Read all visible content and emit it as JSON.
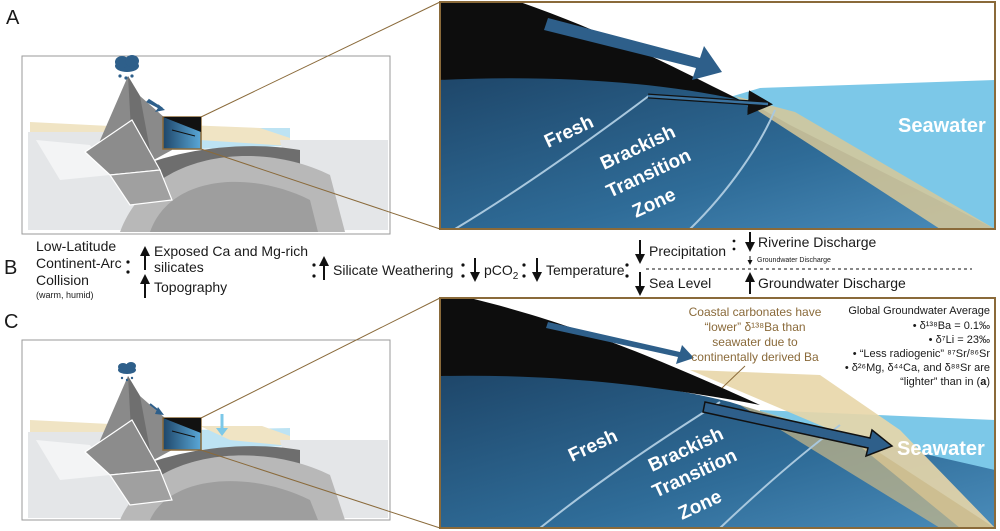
{
  "panels": {
    "a": {
      "letter": "A"
    },
    "b": {
      "letter": "B"
    },
    "c": {
      "letter": "C"
    }
  },
  "zone_labels": {
    "fresh": "Fresh",
    "brackish_1": "Brackish",
    "brackish_2": "Transition",
    "brackish_3": "Zone",
    "seawater": "Seawater"
  },
  "flow": {
    "cause_1": "Low-Latitude",
    "cause_2": "Continent-Arc",
    "cause_3": "Collision",
    "cause_note": "(warm, humid)",
    "exposed_1": "Exposed Ca and Mg-rich",
    "exposed_2": "silicates",
    "topography": "Topography",
    "silicate": "Silicate Weathering",
    "pco2": "pCO",
    "pco2_sub": "2",
    "temperature": "Temperature",
    "precipitation": "Precipitation",
    "sea_level": "Sea Level",
    "riverine": "Riverine Discharge",
    "groundwater_small": "Groundwater Discharge",
    "groundwater": "Groundwater Discharge"
  },
  "coastal_note": [
    "Coastal carbonates have",
    "“lower” δ¹³⁸Ba than",
    "seawater due to",
    "continentally derived Ba"
  ],
  "global_avg": {
    "title": "Global Groundwater Average",
    "ba": "δ¹³⁸Ba = 0.1‰",
    "li": "δ⁷Li = 23‰",
    "sr": "“Less radiogenic” ⁸⁷Sr/⁸⁶Sr",
    "iso": "δ²⁶Mg, δ⁴⁴Ca, and δ⁸⁸Sr are",
    "lighter_a": "“lighter” than in (",
    "lighter_b": "a",
    "lighter_c": ")"
  },
  "colors": {
    "fresh_blue": "#2d5a80",
    "seawater_blue": "#7cc8e8",
    "arrow_blue": "#2e5f8a",
    "sediment_tan": "#e8d6a8",
    "frame_brown": "#8a6a3a",
    "rock_gray": "#8c8c8c"
  }
}
